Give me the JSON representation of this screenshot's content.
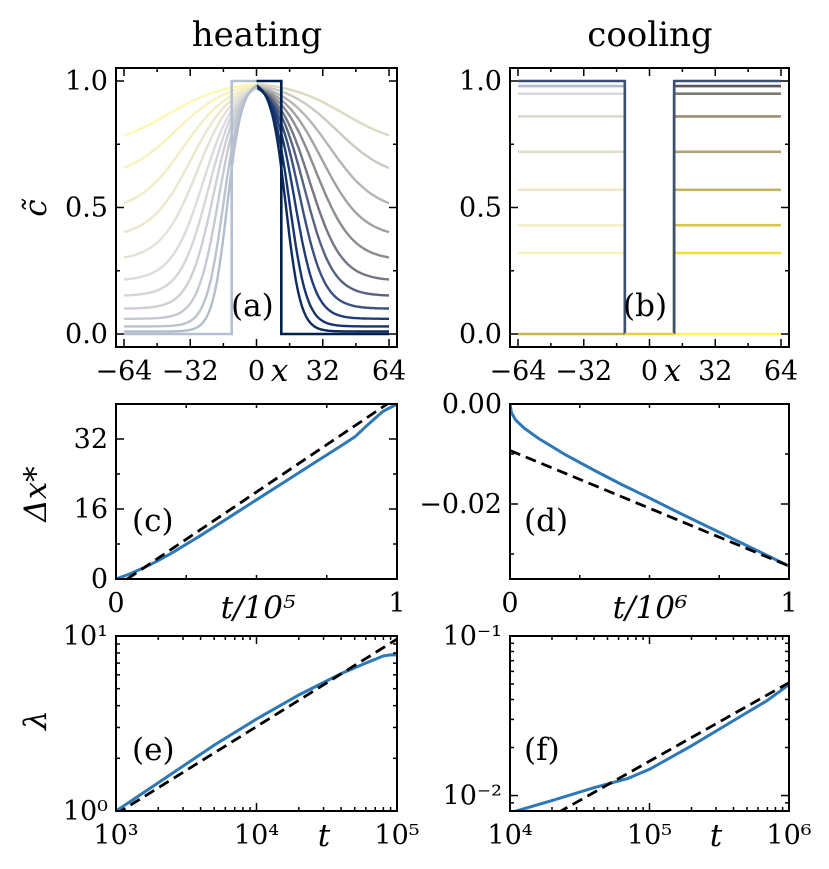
{
  "chart_data": [
    {
      "id": "a",
      "type": "line",
      "column_title": "heating",
      "annotation": "(a)",
      "ylabel": "c̃",
      "xlabel": "x",
      "xlim": [
        -64,
        64
      ],
      "ylim": [
        0,
        1
      ],
      "xticks": [
        -64,
        -32,
        0,
        32,
        64
      ],
      "xtick_labels": [
        "−64",
        "−32",
        "0",
        "32",
        "64"
      ],
      "yticks": [
        0,
        0.5,
        1
      ],
      "ytick_labels": [
        "0.0",
        "0.5",
        "1.0"
      ],
      "colormap": [
        "#fff8b4",
        "#c4c4c4",
        "#7d7d85",
        "#1e3c78",
        "#00204c"
      ],
      "right_profiles": {
        "description_free": true,
        "initial_step_x": 12,
        "fronts": [
          64,
          58,
          52,
          46,
          41,
          36,
          32,
          28,
          24,
          20,
          17
        ],
        "tails": [
          0.74,
          0.61,
          0.48,
          0.38,
          0.29,
          0.21,
          0.15,
          0.1,
          0.06,
          0.03,
          0.01
        ]
      },
      "left_profiles": {
        "initial_step_x": -12,
        "fronts": [
          -64,
          -58,
          -52,
          -46,
          -41,
          -36,
          -32,
          -28,
          -24,
          -20,
          -17
        ],
        "tails": [
          0.74,
          0.61,
          0.48,
          0.38,
          0.29,
          0.21,
          0.15,
          0.1,
          0.06,
          0.03,
          0.01
        ]
      }
    },
    {
      "id": "b",
      "type": "line",
      "column_title": "cooling",
      "annotation": "(b)",
      "xlabel": "x",
      "xlim": [
        -64,
        64
      ],
      "ylim": [
        0,
        1
      ],
      "xticks": [
        -64,
        -32,
        0,
        32,
        64
      ],
      "xtick_labels": [
        "−64",
        "−32",
        "0",
        "32",
        "64"
      ],
      "yticks": [
        0,
        0.5,
        1
      ],
      "ytick_labels": [
        "0.0",
        "0.5",
        "1.0"
      ],
      "step_half_width": 12,
      "plateaus": [
        1.0,
        0.98,
        0.95,
        0.86,
        0.72,
        0.57,
        0.43,
        0.32,
        0.0
      ]
    },
    {
      "id": "c",
      "type": "line",
      "annotation": "(c)",
      "ylabel": "Δx*",
      "xlabel": "t/10⁵",
      "xlim": [
        0,
        1
      ],
      "ylim": [
        0,
        40
      ],
      "xticks": [
        0,
        1
      ],
      "xtick_labels": [
        "0",
        "1"
      ],
      "yticks": [
        0,
        16,
        32
      ],
      "ytick_labels": [
        "0",
        "16",
        "32"
      ],
      "series": [
        {
          "x": [
            0,
            0.05,
            0.1,
            0.15,
            0.2,
            0.3,
            0.4,
            0.5,
            0.6,
            0.7,
            0.8,
            0.85,
            0.9,
            0.95,
            1.0
          ],
          "y": [
            0,
            1.2,
            2.6,
            4.2,
            6.0,
            9.9,
            14.0,
            18.1,
            22.2,
            26.3,
            30.4,
            32.5,
            35.5,
            38.3,
            40.0
          ]
        },
        {
          "x": [
            0.04,
            1.0
          ],
          "y": [
            0,
            41.5
          ]
        }
      ]
    },
    {
      "id": "d",
      "type": "line",
      "annotation": "(d)",
      "xlabel": "t/10⁶",
      "xlim": [
        0,
        1
      ],
      "ylim": [
        -0.035,
        0
      ],
      "xticks": [
        0,
        1
      ],
      "xtick_labels": [
        "0",
        "1"
      ],
      "yticks": [
        0,
        -0.02
      ],
      "ytick_labels": [
        "0.00",
        "−0.02"
      ],
      "series": [
        {
          "x": [
            0,
            0.005,
            0.02,
            0.05,
            0.1,
            0.2,
            0.3,
            0.4,
            0.5,
            0.6,
            0.7,
            0.8,
            0.9,
            1.0
          ],
          "y": [
            0,
            -0.0017,
            -0.0032,
            -0.0048,
            -0.0068,
            -0.0102,
            -0.0132,
            -0.0161,
            -0.0188,
            -0.0216,
            -0.0243,
            -0.027,
            -0.0297,
            -0.0324
          ]
        },
        {
          "x": [
            0,
            1.0
          ],
          "y": [
            -0.0093,
            -0.0324
          ]
        }
      ]
    },
    {
      "id": "e",
      "type": "line",
      "annotation": "(e)",
      "ylabel": "λ",
      "xlabel": "t",
      "log_x": true,
      "log_y": true,
      "xlim": [
        1000,
        100000
      ],
      "ylim": [
        1,
        10
      ],
      "xtick_labels": [
        "10³",
        "10⁴",
        "10⁵"
      ],
      "ytick_labels": [
        "10⁰",
        "10¹"
      ],
      "series": [
        {
          "x": [
            1000,
            2000,
            5000,
            10000,
            20000,
            40000,
            60000,
            80000,
            90000,
            100000
          ],
          "y": [
            1.0,
            1.45,
            2.38,
            3.35,
            4.6,
            6.1,
            7.0,
            7.7,
            7.8,
            7.8
          ]
        },
        {
          "x": [
            1000,
            100000
          ],
          "y": [
            0.96,
            9.6
          ]
        }
      ]
    },
    {
      "id": "f",
      "type": "line",
      "annotation": "(f)",
      "xlabel": "t",
      "log_x": true,
      "log_y": true,
      "xlim": [
        10000,
        1000000
      ],
      "ylim": [
        0.008,
        0.1
      ],
      "xtick_labels": [
        "10⁴",
        "10⁵",
        "10⁶"
      ],
      "ytick_labels": [
        "10⁻²",
        "10⁻¹"
      ],
      "series": [
        {
          "x": [
            10000,
            20000,
            40000,
            70000,
            100000,
            200000,
            400000,
            700000,
            1000000
          ],
          "y": [
            0.0078,
            0.0093,
            0.0112,
            0.0128,
            0.0146,
            0.0205,
            0.0295,
            0.0395,
            0.0495
          ]
        },
        {
          "x": [
            22000,
            1000000
          ],
          "y": [
            0.0078,
            0.051
          ]
        }
      ]
    }
  ],
  "colors": {
    "series": "#2e78b5",
    "fit": "#000000",
    "heating_map": [
      "#fff8b4",
      "#c4c4c4",
      "#7d7d85",
      "#1e3c78",
      "#00204c"
    ],
    "cooling_map": [
      "#fff8b4",
      "#d8d4c0",
      "#b4ab80",
      "#c7b64a",
      "#3b4f73"
    ]
  }
}
